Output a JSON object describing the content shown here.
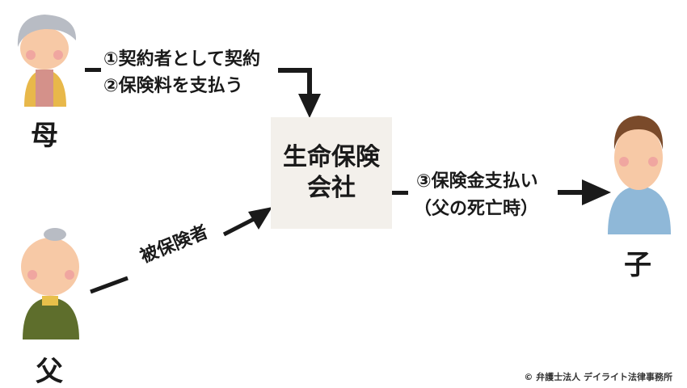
{
  "people": {
    "mother": "母",
    "father": "父",
    "child": "子"
  },
  "company": {
    "line1": "生命保険",
    "line2": "会社"
  },
  "arrows": {
    "step1": "①契約者として契約",
    "step2": "②保険料を支払う",
    "insured": "被保険者",
    "step3": "③保険金支払い",
    "step3_note": "（父の死亡時）"
  },
  "copyright": "© 弁護士法人 デイライト法律事務所",
  "colors": {
    "box": "#f3f0eb",
    "arrow": "#1a1a1a",
    "skin": "#f7c9a6",
    "mother_shirt": "#e8b84a",
    "mother_scarf": "#d4918a",
    "father_shirt": "#5e6e2c",
    "child_shirt": "#8fb8d8",
    "hair_gray": "#b8bcc4",
    "hair_brown": "#7a4a2a"
  }
}
